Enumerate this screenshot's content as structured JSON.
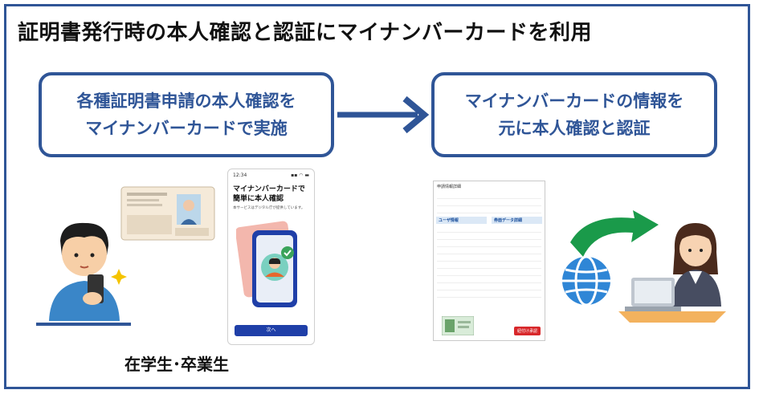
{
  "title": "証明書発行時の本人確認と認証にマイナンバーカードを利用",
  "step1": {
    "line1": "各種証明書申請の本人確認を",
    "line2": "マイナンバーカードで実施"
  },
  "step2": {
    "line1": "マイナンバーカードの情報を",
    "line2": "元に本人確認と認証"
  },
  "student_label": "在学生･卒業生",
  "phone_screen": {
    "time": "12:34",
    "title_line1": "マイナンバーカードで",
    "title_line2": "簡単に本人確認",
    "subtitle": "本サービスはデジタル庁が提供しています。",
    "button": "次へ"
  },
  "application_doc": {
    "header": "申請情報詳細",
    "section1": "ユーザ情報",
    "section2": "券面データ詳細",
    "stamp": "紐付け承認"
  },
  "colors": {
    "accent": "#2f5597",
    "arrow": "#2f5597",
    "globe_arrow": "#1a9a4a"
  }
}
